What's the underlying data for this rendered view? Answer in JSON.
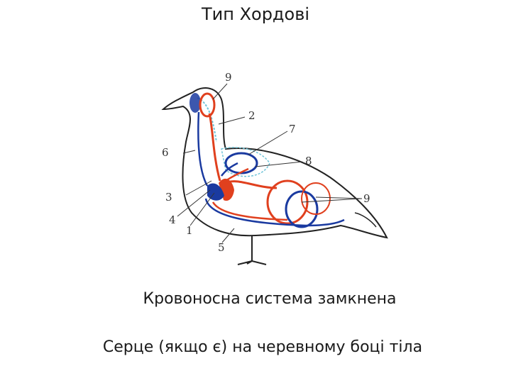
{
  "title": "Тип Хордові",
  "diagram": {
    "labels": [
      "9",
      "2",
      "7",
      "6",
      "8",
      "3",
      "9",
      "4",
      "1",
      "5"
    ]
  },
  "captions": {
    "line1": "Кровоносна система замкнена",
    "line2": "Серце (якщо є) на черевному боці тіла"
  },
  "colors": {
    "arterial": "#e0401e",
    "venous": "#1a3aa0",
    "lung": "#6fc4d8"
  }
}
